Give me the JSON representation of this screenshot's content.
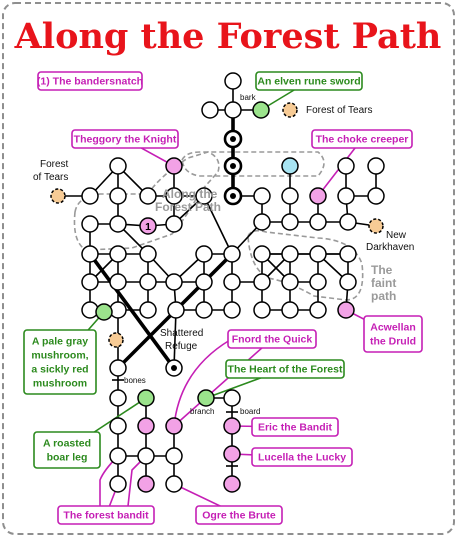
{
  "title": "Along the Forest Path",
  "colors": {
    "node_fill": "#ffffff",
    "green": "#9be38c",
    "pink": "#f2a2e6",
    "cyan": "#a8e4f2",
    "orange": "#f7cb95",
    "magenta_border": "#c51fb5",
    "green_border": "#2c8a1e",
    "edge": "#000000",
    "region": "#9a9a9a",
    "title": "#e8141b"
  },
  "callouts": {
    "bandersnatch": "(1) The bandersnatch",
    "rune_sword": "An elven rune sword",
    "theggory": "Theggory the Knight",
    "choke_creeper": "The choke creeper",
    "acwellan_1": "Acwellan",
    "acwellan_2": "the Druld",
    "pale_1": "A pale gray",
    "pale_2": "mushroom,",
    "pale_3": "a sickly red",
    "pale_4": "mushroom",
    "fnord": "Fnord the Quick",
    "heart_forest": "The Heart of the Forest",
    "eric": "Eric the Bandit",
    "lucella": "Lucella the Lucky",
    "boar_1": "A roasted",
    "boar_2": "boar leg",
    "forest_bandit": "The forest bandit",
    "ogre": "Ogre the Brute"
  },
  "places": {
    "forest_tears_right": "Forest of Tears",
    "forest_tears_left_1": "Forest",
    "forest_tears_left_2": "of Tears",
    "new_dh_1": "New",
    "new_dh_2": "Darkhaven",
    "shattered_1": "Shattered",
    "shattered_2": "Refuge"
  },
  "regions": {
    "along_1": "Along the",
    "along_2": "Forest Path",
    "faint_1": "The",
    "faint_2": "faint",
    "faint_3": "path"
  },
  "edge_labels": {
    "bark": "bark",
    "bones": "bones",
    "branch": "branch",
    "board": "board"
  },
  "marker": "1"
}
